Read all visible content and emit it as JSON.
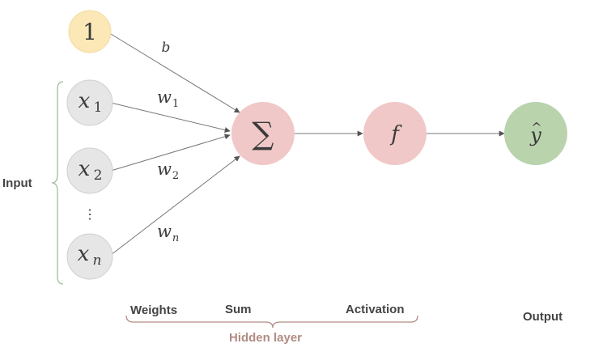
{
  "nodes": {
    "bias": {
      "text": "1"
    },
    "x1": {
      "base": "x",
      "sub": "1"
    },
    "x2": {
      "base": "x",
      "sub": "2"
    },
    "vdots": {
      "text": "⋮"
    },
    "xn": {
      "base": "x",
      "sub": "n"
    },
    "sum": {
      "text": "∑"
    },
    "activation": {
      "text": "f"
    },
    "output": {
      "base": "y",
      "hat": "^"
    }
  },
  "edge_labels": {
    "bias": {
      "text": "b"
    },
    "w1": {
      "base": "w",
      "sub": "1"
    },
    "w2": {
      "base": "w",
      "sub": "2"
    },
    "wn": {
      "base": "w",
      "sub": "n"
    }
  },
  "labels": {
    "input": "Input",
    "weights": "Weights",
    "sum": "Sum",
    "activation": "Activation",
    "output": "Output",
    "hidden_layer": "Hidden layer"
  },
  "colors": {
    "bias_fill": "#fbe8b6",
    "bias_stroke": "#f3dca0",
    "input_fill": "#e6e6e6",
    "input_stroke": "#cfcfcf",
    "sum_fill": "#f0c8c8",
    "activation_fill": "#f0c8c8",
    "output_fill": "#b9d3ad",
    "input_brace": "#9fbf9a",
    "hidden_brace": "#b28b84"
  }
}
